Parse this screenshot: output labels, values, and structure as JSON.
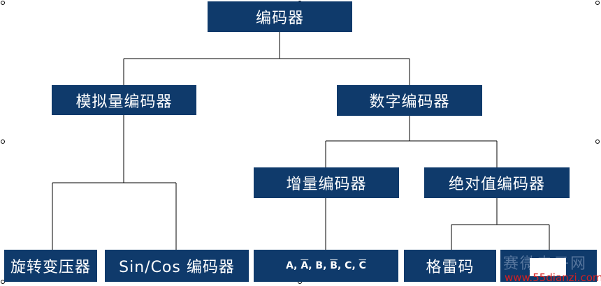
{
  "colors": {
    "node_fill": "#0f3a6b",
    "node_text": "#ffffff",
    "connector": "#000000",
    "watermark_url": "#d62020"
  },
  "nodes": {
    "root": "编码器",
    "analog": "模拟量编码器",
    "digital": "数字编码器",
    "incremental": "增量编码器",
    "absolute": "绝对值编码器",
    "resolver": "旋转变压器",
    "sincos": "Sin/Cos 编码器",
    "abc": {
      "a": "A,",
      "a_bar": "A",
      "b": "B,",
      "b_bar": "B",
      "c": "C,",
      "c_bar": "C"
    },
    "gray": "格雷码"
  },
  "watermark": {
    "site_cn": "赛微电子网",
    "url": "www.55dianzi.com"
  }
}
